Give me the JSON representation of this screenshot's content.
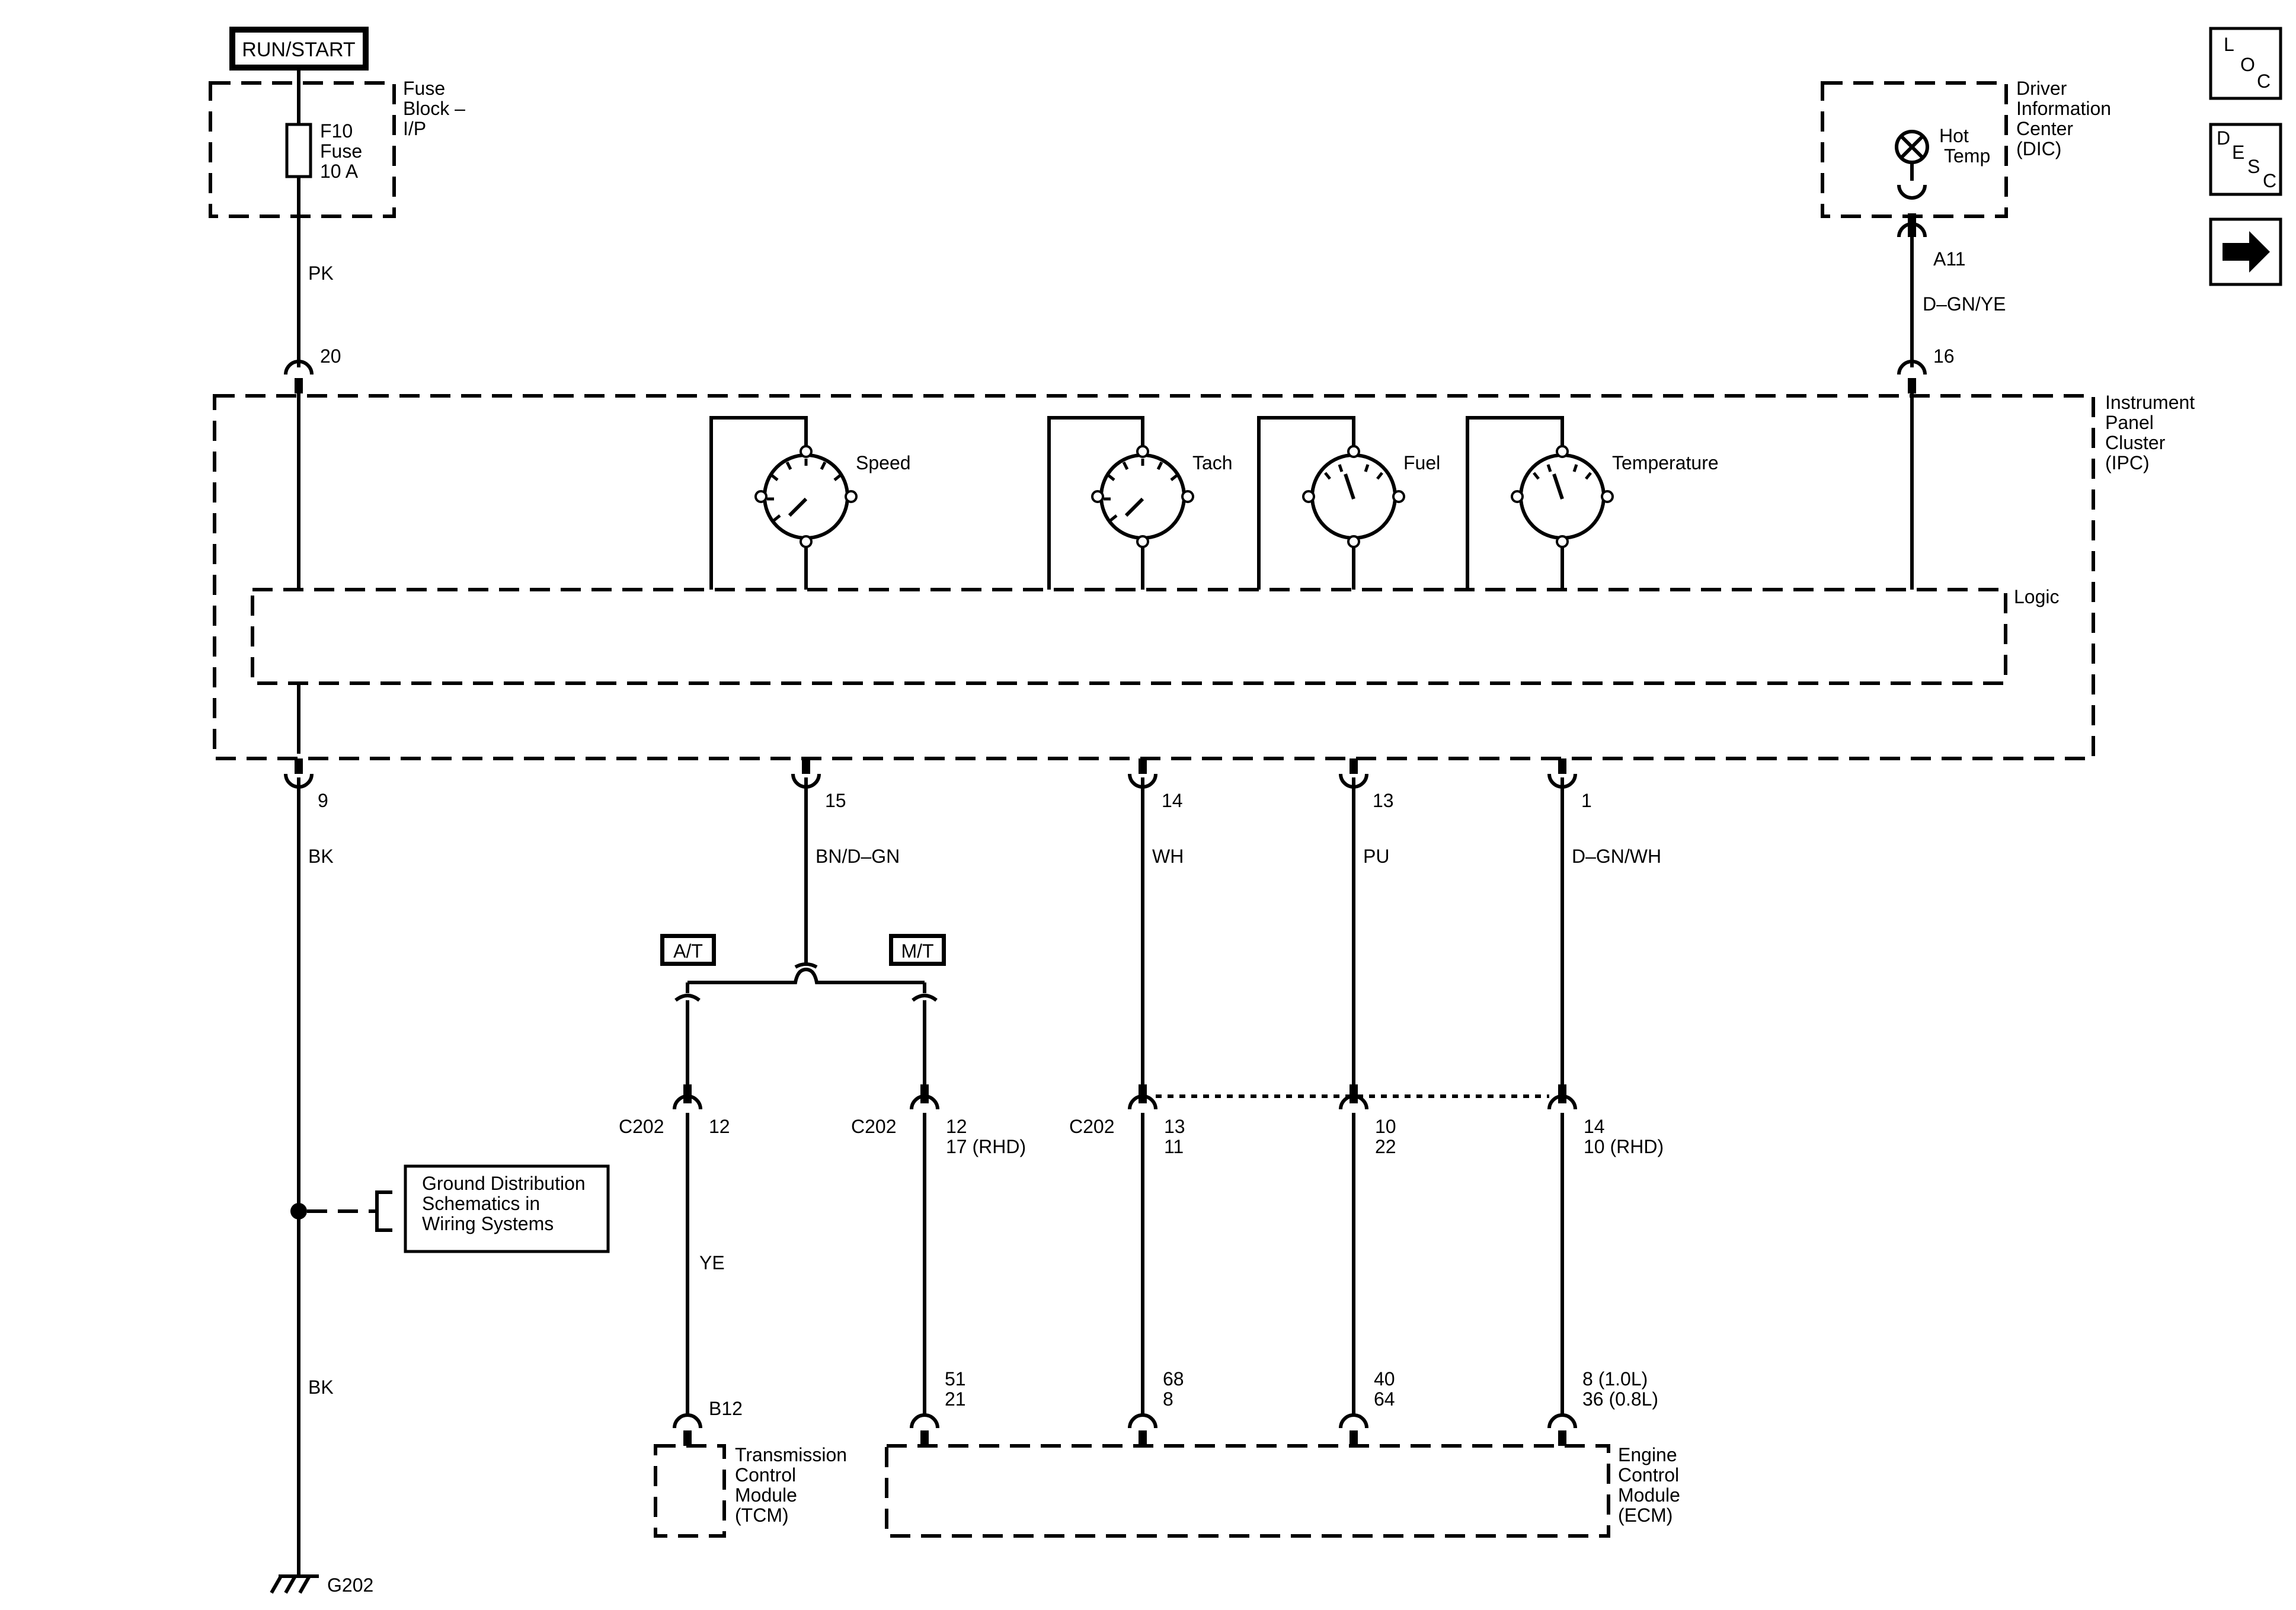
{
  "power": {
    "label": "RUN/START"
  },
  "fuse_block": {
    "label_lines": [
      "Fuse",
      "Block –",
      "I/P"
    ],
    "fuse_lines": [
      "F10",
      "Fuse",
      "10 A"
    ]
  },
  "dic": {
    "label_lines": [
      "Driver",
      "Information",
      "Center",
      "(DIC)"
    ],
    "lamp_lines": [
      "Hot",
      "Temp"
    ]
  },
  "nav_buttons": [
    {
      "id": "loc",
      "letters": [
        "L",
        "O",
        "C"
      ]
    },
    {
      "id": "desc",
      "letters": [
        "D",
        "E",
        "S",
        "C"
      ]
    },
    {
      "id": "next",
      "symbol": "➡"
    }
  ],
  "ipc": {
    "label_lines": [
      "Instrument",
      "Panel",
      "Cluster",
      "(IPC)"
    ],
    "logic_label": "Logic",
    "gauges": [
      "Speed",
      "Tach",
      "Fuel",
      "Temperature"
    ]
  },
  "wires": {
    "fuse_to_ipc": {
      "color": "PK",
      "ipc_pin": "20"
    },
    "dic_to_ipc": {
      "dic_pin": "A11",
      "color": "D–GN/YE",
      "ipc_pin": "16"
    },
    "ground": {
      "ipc_pin": "9",
      "color_upper": "BK",
      "color_lower": "BK",
      "ground_id": "G202"
    },
    "speed": {
      "ipc_pin": "15",
      "color": "BN/D–GN"
    },
    "tach": {
      "ipc_pin": "14",
      "color": "WH"
    },
    "fuel": {
      "ipc_pin": "13",
      "color": "PU"
    },
    "temp": {
      "ipc_pin": "1",
      "color": "D–GN/WH"
    }
  },
  "options": {
    "at": "A/T",
    "mt": "M/T"
  },
  "c202": {
    "label": "C202",
    "at_pin": "12",
    "mt_pins": [
      "12",
      "17 (RHD)"
    ],
    "tach_pins": [
      "13",
      "11"
    ],
    "fuel_pins": [
      "10",
      "22"
    ],
    "temp_pins": [
      "14",
      "10 (RHD)"
    ]
  },
  "lower_wires": {
    "at_color": "YE"
  },
  "ground_ref": {
    "lines": [
      "Ground Distribution",
      "Schematics in",
      "Wiring Systems"
    ]
  },
  "tcm": {
    "pin": "B12",
    "label_lines": [
      "Transmission",
      "Control",
      "Module",
      "(TCM)"
    ]
  },
  "ecm": {
    "label_lines": [
      "Engine",
      "Control",
      "Module",
      "(ECM)"
    ],
    "mt_pins": [
      "51",
      "21"
    ],
    "tach_pins": [
      "68",
      "8"
    ],
    "fuel_pins": [
      "40",
      "64"
    ],
    "temp_pins": [
      "8 (1.0L)",
      "36 (0.8L)"
    ]
  }
}
